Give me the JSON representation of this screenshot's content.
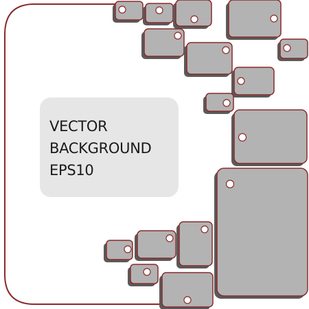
{
  "headline": {
    "line1": "VECTOR",
    "line2": "BACKGROUND",
    "line3": "EPS10"
  },
  "colors": {
    "frame_stroke": "#8b2a2a",
    "tile_fill": "#b3b3b3",
    "tile_shadow": "#5a5a5a",
    "hole_fill": "#ffffff",
    "panel_fill": "#e6e6e6",
    "text": "#1a1a1a"
  }
}
